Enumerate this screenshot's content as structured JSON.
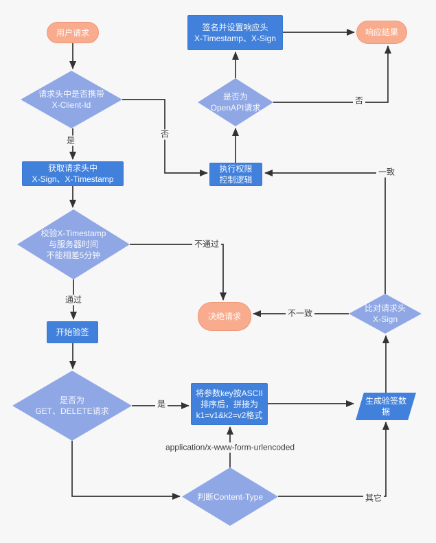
{
  "canvas": {
    "background": "#f7f7f8"
  },
  "colors": {
    "process_fill": "#4281db",
    "decision_fill": "#8fa7e4",
    "terminal_fill": "#f9ab8d",
    "terminal_border": "#f0987a",
    "connector_line": "#333333",
    "label_text": "#3d3d3d"
  },
  "nodes": {
    "user_request": "用户请求",
    "check_client_id": "请求头中是否携带\nX-Client-Id",
    "sign_response": "签名并设置响应头\nX-Timestamp、X-Sign",
    "response_result": "响应结果",
    "is_openapi": "是否为\nOpenAPI请求",
    "permission_logic": "执行权限控制逻辑",
    "get_headers": "获取请求头中\nX-Sign、X-Timestamp",
    "check_timestamp": "校验X-Timestamp\n与服务器时间\n不能相差5分钟",
    "reject_request": "决绝请求",
    "compare_sign": "比对请求头\nX-Sign",
    "start_verify": "开始验签",
    "is_get_delete": "是否为\nGET、DELETE请求",
    "sort_params": "将参数key按ASCII\n排序后，拼接为\nk1=v1&k2=v2格式",
    "gen_sign_data": "生成验签数据",
    "check_content_type": "判断Content-Type"
  },
  "edge_labels": {
    "no_client_id": "否",
    "yes_client_id": "是",
    "fail": "不通过",
    "pass": "通过",
    "yes_get_delete": "是",
    "content_type_form": "application/x-www-form-urlencoded",
    "content_type_other": "其它",
    "not_match": "不一致",
    "match": "一致",
    "not_openapi": "否"
  }
}
